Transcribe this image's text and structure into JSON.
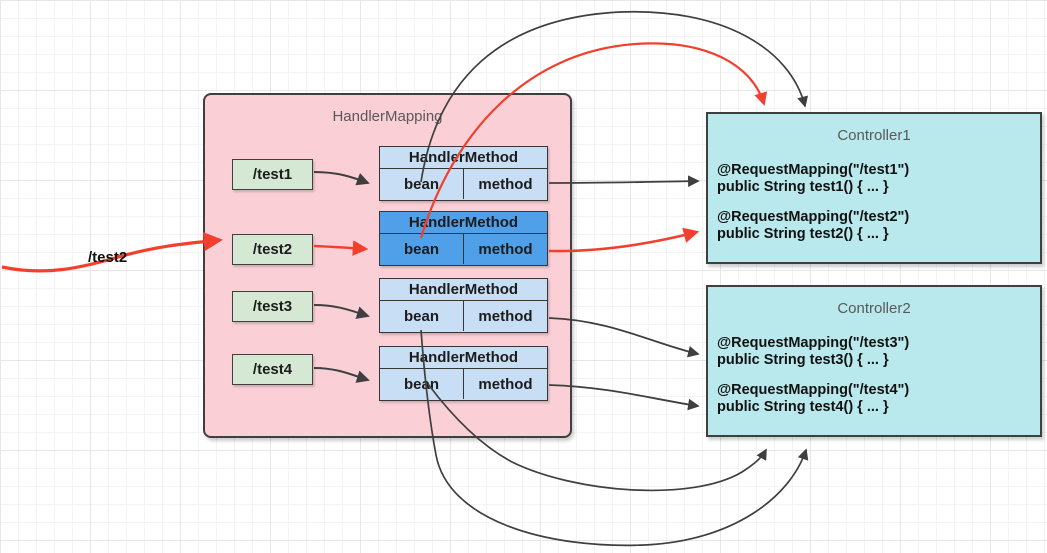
{
  "diagram": {
    "handler_mapping": {
      "title": "HandlerMapping",
      "routes": [
        {
          "label": "/test1"
        },
        {
          "label": "/test2"
        },
        {
          "label": "/test3"
        },
        {
          "label": "/test4"
        }
      ],
      "handler_methods": [
        {
          "title": "HandlerMethod",
          "bean_label": "bean",
          "method_label": "method",
          "highlighted": false
        },
        {
          "title": "HandlerMethod",
          "bean_label": "bean",
          "method_label": "method",
          "highlighted": true
        },
        {
          "title": "HandlerMethod",
          "bean_label": "bean",
          "method_label": "method",
          "highlighted": false
        },
        {
          "title": "HandlerMethod",
          "bean_label": "bean",
          "method_label": "method",
          "highlighted": false
        }
      ]
    },
    "controllers": [
      {
        "title": "Controller1",
        "entries": [
          {
            "annotation": "@RequestMapping(\"/test1\")",
            "signature": "public String test1() { ... }"
          },
          {
            "annotation": "@RequestMapping(\"/test2\")",
            "signature": "public String test2() { ... }"
          }
        ]
      },
      {
        "title": "Controller2",
        "entries": [
          {
            "annotation": "@RequestMapping(\"/test3\")",
            "signature": "public String test3() { ... }"
          },
          {
            "annotation": "@RequestMapping(\"/test4\")",
            "signature": "public String test4() { ... }"
          }
        ]
      }
    ],
    "incoming_request": {
      "label": "/test2"
    },
    "colors": {
      "container_fill": "#fad0d6",
      "route_fill": "#d5e8d4",
      "table_fill": "#c7def5",
      "table_highlight_fill": "#4f9fe9",
      "controller_fill": "#b9e9ed",
      "arrow_black": "#3f3f3f",
      "arrow_red": "#f2402f",
      "title_text": "#595959"
    }
  }
}
